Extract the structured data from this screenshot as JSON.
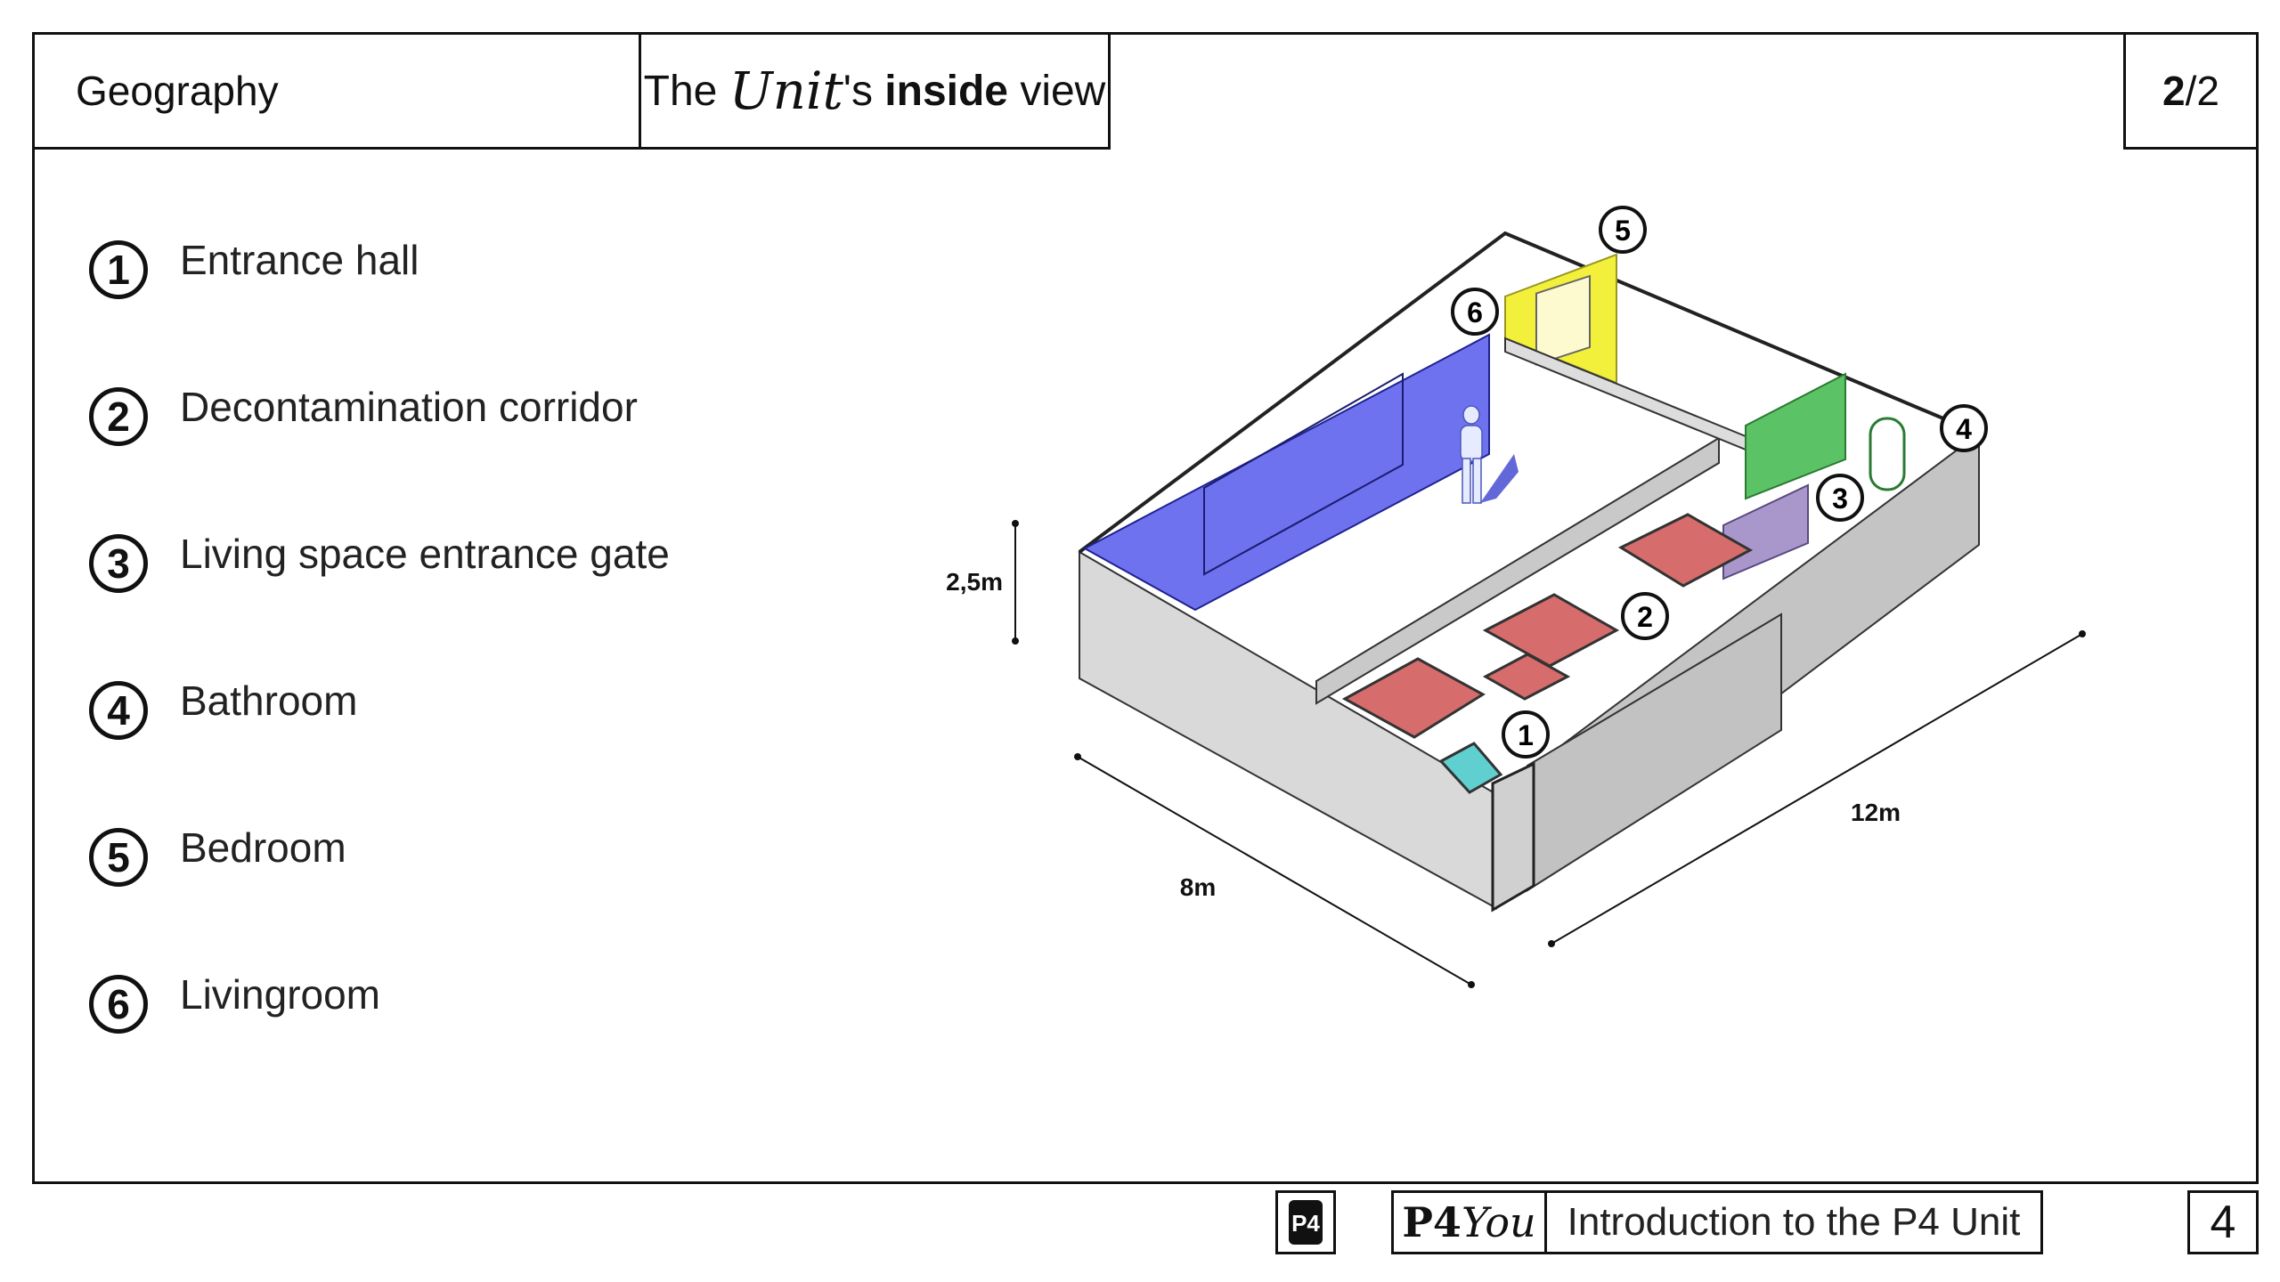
{
  "header": {
    "section": "Geography",
    "title_prefix": "The ",
    "title_script": "Unit",
    "title_possessive": "'s ",
    "title_bold": "inside",
    "title_suffix": " view",
    "page_current": "2",
    "page_sep": "/",
    "page_total": "2"
  },
  "legend": [
    {
      "number": "1",
      "label": "Entrance hall"
    },
    {
      "number": "2",
      "label": "Decontamination corridor"
    },
    {
      "number": "3",
      "label": "Living space entrance gate"
    },
    {
      "number": "4",
      "label": "Bathroom"
    },
    {
      "number": "5",
      "label": "Bedroom"
    },
    {
      "number": "6",
      "label": "Livingroom"
    }
  ],
  "diagram": {
    "height_label": "2,5m",
    "width_label": "8m",
    "length_label": "12m",
    "markers": [
      "1",
      "2",
      "3",
      "4",
      "5",
      "6"
    ],
    "colors": {
      "livingroom": "#6f72ee",
      "bedroom": "#f3f03c",
      "bathroom": "#5cc266",
      "gate": "#a997cc",
      "corridor": "#d66c6c",
      "entrance": "#5fcfcf",
      "wall": "#cfcfcf"
    }
  },
  "footer": {
    "logo_text": "P4",
    "brand_bold": "P4",
    "brand_script": "You",
    "intro": "Introduction to the P4 Unit",
    "page_number": "4"
  }
}
